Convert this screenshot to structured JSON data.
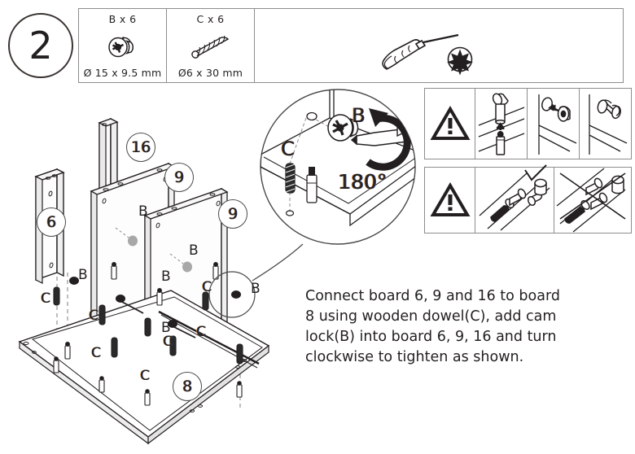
{
  "step": {
    "number": "2"
  },
  "parts": [
    {
      "name": "B x 6",
      "dimension": "Ø 15 x 9.5 mm",
      "icon": "cam-lock-icon"
    },
    {
      "name": "C x 6",
      "dimension": "Ø6 x 30 mm",
      "icon": "wooden-dowel-icon"
    }
  ],
  "tool": {
    "icon": "pozidriv-screwdriver-icon",
    "bit": "pozidriv-bit-icon"
  },
  "instruction": {
    "line1": "Connect board 6, 9 and 16 to board",
    "line2": "8 using wooden dowel(C), add cam",
    "line3": "lock(B) into board 6, 9, 16 and turn",
    "line4": "clockwise to tighten as shown."
  },
  "detail": {
    "rotation_label": "180°",
    "cam_label": "B",
    "dowel_label": "C",
    "arrow": "curved-rotation-arrow-icon"
  },
  "boards": [
    {
      "id": "6",
      "label": "6"
    },
    {
      "id": "16",
      "label": "16"
    },
    {
      "id": "9a",
      "label": "9"
    },
    {
      "id": "9b",
      "label": "9"
    },
    {
      "id": "8",
      "label": "8"
    }
  ],
  "callouts": {
    "cam": "B",
    "dowel": "C",
    "cam_labels": [
      "B",
      "B",
      "B",
      "B",
      "B"
    ],
    "dowel_labels": [
      "C",
      "C",
      "C",
      "C",
      "C",
      "C",
      "C"
    ]
  },
  "warnings": {
    "top": {
      "icon": "warning-triangle-icon",
      "cells": [
        "cam-bolt-insert-icon",
        "cam-lock-insert-icon",
        "cam-lock-tighten-icon"
      ]
    },
    "bottom": {
      "icon": "warning-triangle-icon",
      "correct_mark": "check-mark-icon",
      "incorrect_mark": "cross-mark-icon",
      "cells": [
        "correct-dowel-alignment-icon",
        "incorrect-dowel-alignment-icon"
      ]
    }
  },
  "colors": {
    "line": "#231f20",
    "frame": "#8d8d8d",
    "accent_warm": "#d98b2b",
    "accent_cool": "#2b4f9e",
    "panel_fill": "#ffffff",
    "shade": "#f2f2f2",
    "dashed": "#8a8a8a"
  }
}
